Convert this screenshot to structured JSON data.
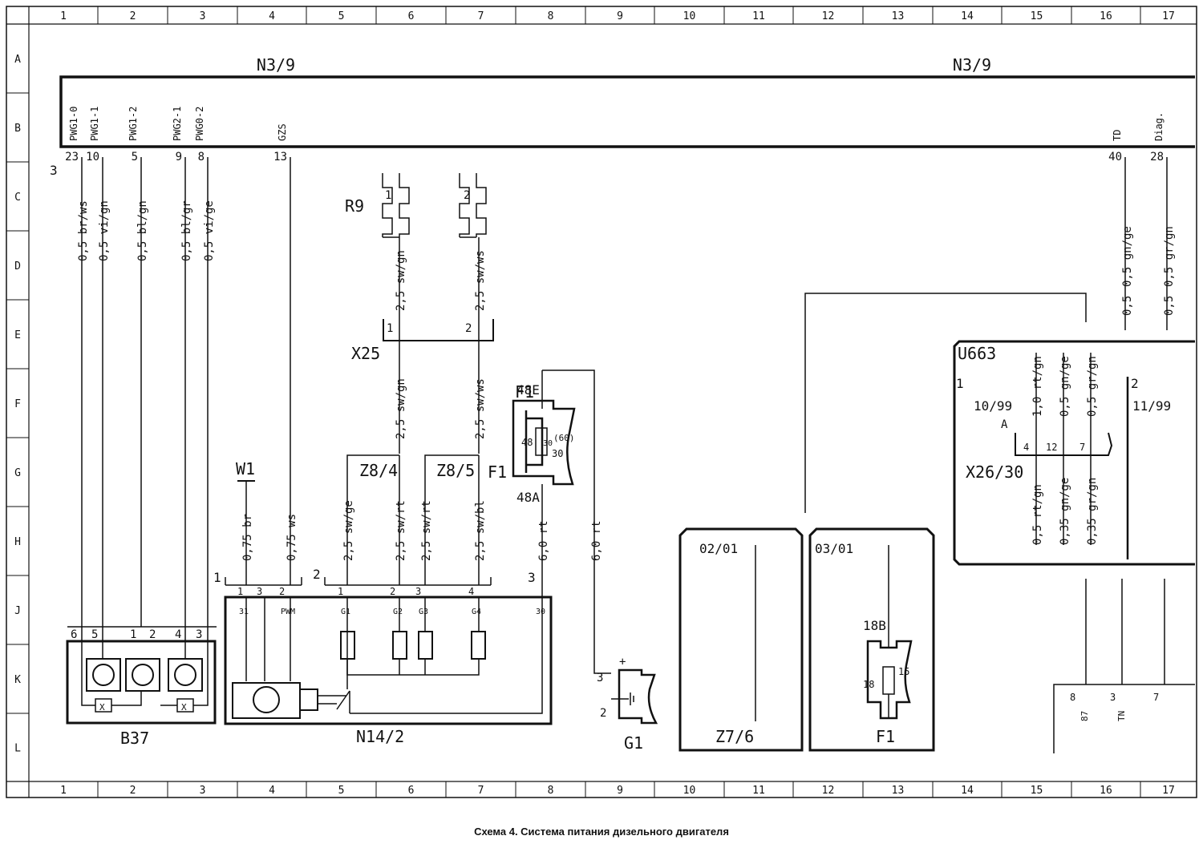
{
  "caption": "Схема 4. Система питания дизельного двигателя",
  "grid": {
    "cols": [
      "1",
      "2",
      "3",
      "4",
      "5",
      "6",
      "7",
      "8",
      "9",
      "10",
      "11",
      "12",
      "13",
      "14",
      "15",
      "16",
      "17"
    ],
    "rows": [
      "A",
      "B",
      "C",
      "D",
      "E",
      "F",
      "G",
      "H",
      "J",
      "K",
      "L"
    ]
  },
  "components": {
    "n39_left": "N3/9",
    "n39_right": "N3/9",
    "r9": "R9",
    "x25": "X25",
    "f1_top": "F1",
    "f1_bottom": "F1",
    "z8_4": "Z8/4",
    "z8_5": "Z8/5",
    "w1": "W1",
    "b37": "B37",
    "n14_2": "N14/2",
    "g1": "G1",
    "u663": "U663",
    "x26_30": "X26/30",
    "z7_6": "Z7/6"
  },
  "n39_pins": [
    {
      "num": "23",
      "sig": "PWG1-0"
    },
    {
      "num": "10",
      "sig": "PWG1-1"
    },
    {
      "num": "5",
      "sig": "PWG1-2"
    },
    {
      "num": "9",
      "sig": "PWG2-1"
    },
    {
      "num": "8",
      "sig": "PWG0-2"
    },
    {
      "num": "13",
      "sig": "GZS"
    },
    {
      "num": "40",
      "sig": "TD"
    },
    {
      "num": "28",
      "sig": "Diag."
    }
  ],
  "wires_left": [
    "0,5 br/ws",
    "0,5 vi/gn",
    "0,5 bl/gn",
    "0,5 bl/gr",
    "0,5 vi/ge"
  ],
  "wires_mid": {
    "r9_1_upper": "2,5 sw/gn",
    "r9_2_upper": "2,5 sw/ws",
    "r9_1_lower": "2,5 sw/gn",
    "r9_2_lower": "2,5 sw/ws",
    "w1": "0,75 br",
    "gzs": "0,75 ws",
    "g1": "2,5 sw/ge",
    "g2": "2,5 sw/rt",
    "g3": "2,5 sw/rt",
    "g4": "2,5 sw/bl",
    "f1_out": "6,0 rt",
    "f1_feed": "6,0 rt"
  },
  "wires_right": {
    "td": "0,5 gn/ge",
    "diag": "0,5 gr/gn",
    "u1": "1,0 rt/gn",
    "u2": "0,5 gn/ge",
    "u3": "0,5 gr/gn",
    "l1": "0,5 rt/gn",
    "l2": "0,35 gn/ge",
    "l3": "0,35 gr/gn",
    "td_short": "0,5",
    "diag_short": "0,5"
  },
  "labels": {
    "c3": "3",
    "f1_48e": "48E",
    "f1_48a": "48A",
    "f1_48": "48",
    "f1_30a": "30",
    "f1_60": "(60)",
    "f1_30b": "30",
    "x25_1": "1",
    "x25_2": "2",
    "r9_1": "1",
    "r9_2": "2",
    "n14_c1": "1",
    "n14_c2": "2",
    "n14_c3": "3",
    "n14_p1": "1",
    "n14_p3": "3",
    "n14_p2": "2",
    "n14_g1n": "1",
    "n14_g2n": "2",
    "n14_g3n": "3",
    "n14_g4n": "4",
    "n14_31": "31",
    "n14_pwm": "PWM",
    "n14_g1": "G1",
    "n14_g2": "G2",
    "n14_g3": "G3",
    "n14_g4": "G4",
    "n14_30": "30",
    "b37_6": "6",
    "b37_5": "5",
    "b37_1": "1",
    "b37_2": "2",
    "b37_4": "4",
    "b37_3": "3",
    "b37_x1": "X",
    "b37_x2": "X",
    "g1_plus": "+",
    "g1_3": "3",
    "g1_2": "2",
    "ref_0201": "02/01",
    "ref_0301": "03/01",
    "f1b_18b": "18B",
    "f1b_18": "18",
    "f1b_15": "15",
    "u663_1": "1",
    "u663_2": "2",
    "ref_1099": "10/99",
    "ref_1199": "11/99",
    "x26_a": "A",
    "x26_4": "4",
    "x26_12": "12",
    "x26_7": "7",
    "b_8": "8",
    "b_3": "3",
    "b_7": "7",
    "b_87": "87",
    "b_tn": "TN"
  }
}
